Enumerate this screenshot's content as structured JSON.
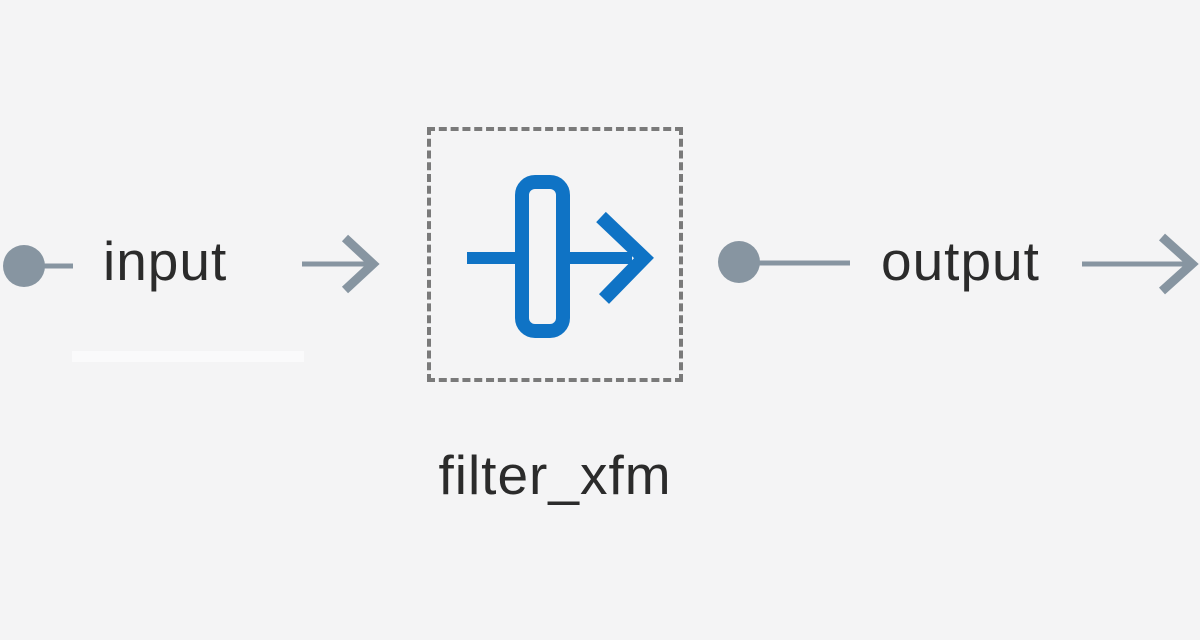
{
  "colors": {
    "bg": "#f4f4f5",
    "accent-blue": "#0f73c5",
    "connector-gray": "#8795a1",
    "dash-gray": "#7a7a7a",
    "text": "#2b2b2b"
  },
  "diagram": {
    "type": "dataflow-block-diagram",
    "input_label": "input",
    "output_label": "output",
    "node": {
      "label": "filter_xfm",
      "icon": "filter-transform-icon",
      "border_style": "dashed"
    },
    "icons": {
      "node_icon": "arrow-through-filter-slot",
      "input_connector": "arrow-right",
      "output_connector": "arrow-right",
      "port_marker": "dot"
    }
  }
}
